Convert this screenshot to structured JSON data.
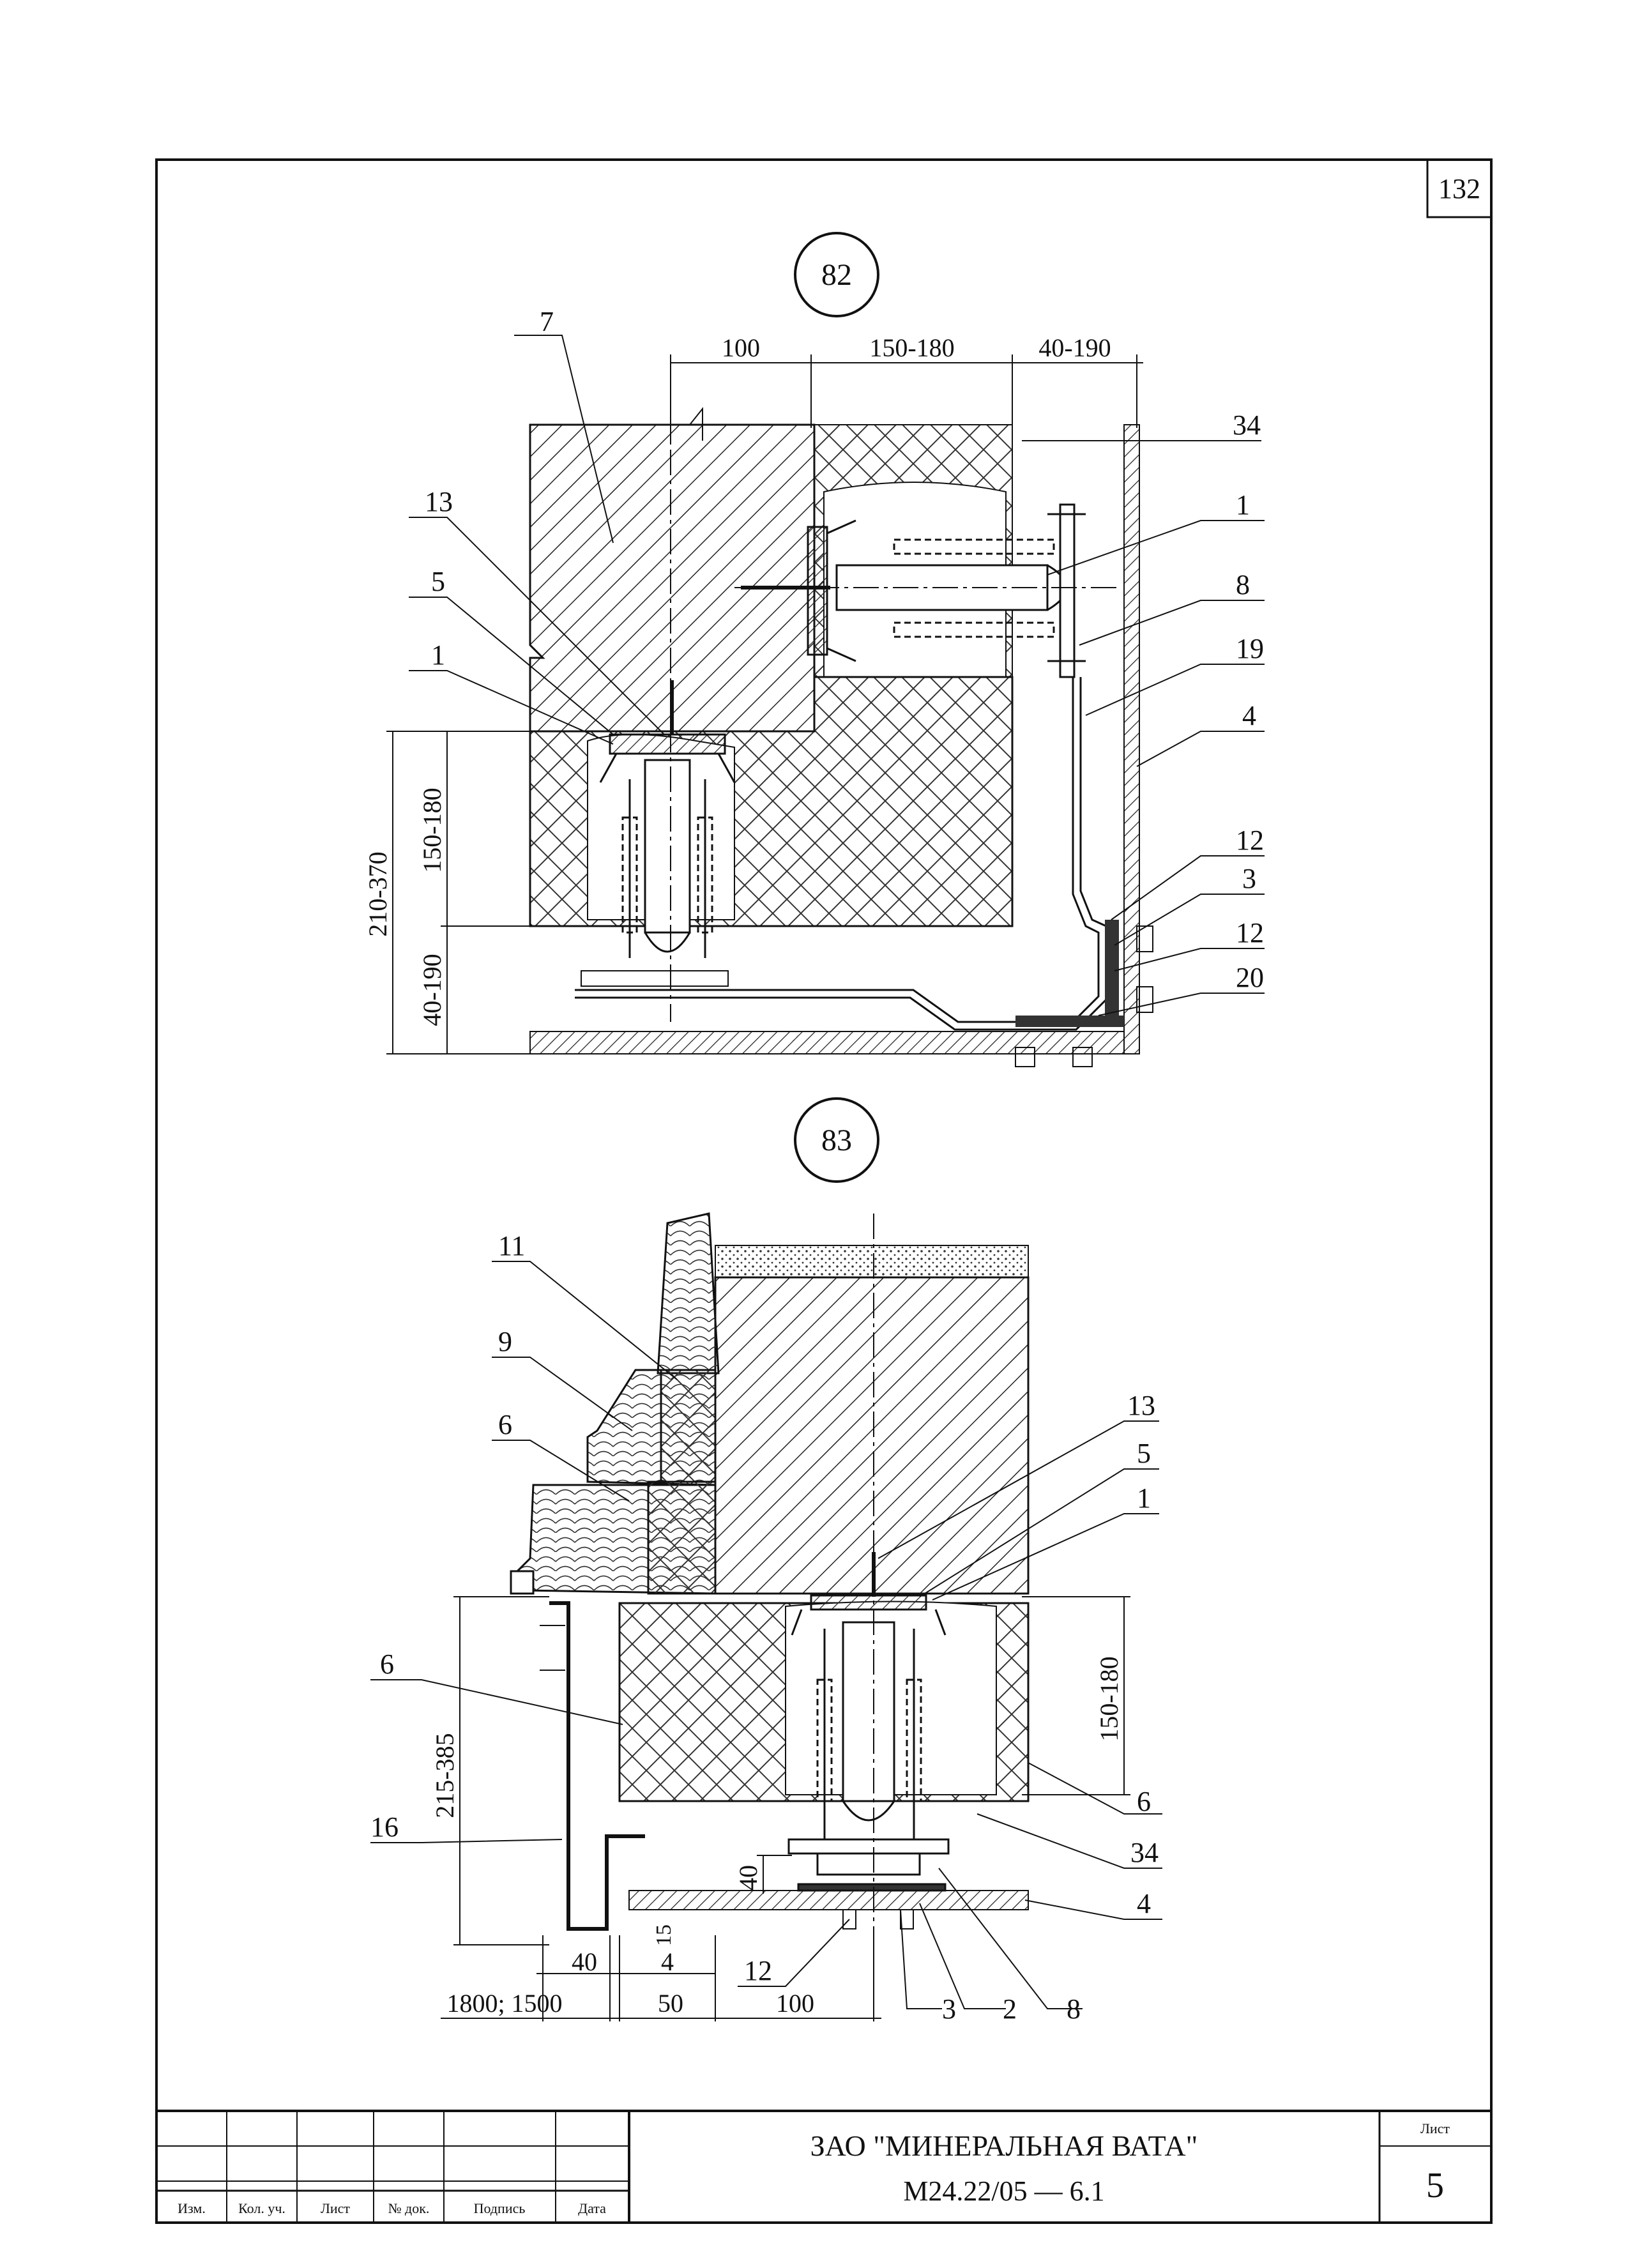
{
  "sheet": {
    "corner_number": "132",
    "company": "ЗАО \"МИНЕРАЛЬНАЯ ВАТА\"",
    "doc_code": "М24.22/05   —  6.1",
    "sheet_label": "Лист",
    "sheet_number": "5",
    "stamp_headers": [
      "Изм.",
      "Кол. уч.",
      "Лист",
      "№ док.",
      "Подпись",
      "Дата"
    ]
  },
  "node82": {
    "marker": "82",
    "dims_top": [
      "100",
      "150-180",
      "40-190"
    ],
    "dims_left": [
      "210-370",
      "150-180",
      "40-190"
    ],
    "labels": {
      "l7": "7",
      "l13": "13",
      "l5": "5",
      "l1a": "1",
      "l34": "34",
      "l1b": "1",
      "l8": "8",
      "l19": "19",
      "l4": "4",
      "l12a": "12",
      "l3": "3",
      "l12b": "12",
      "l20": "20"
    }
  },
  "node83": {
    "marker": "83",
    "labels": {
      "l11": "11",
      "l9": "9",
      "l6a": "6",
      "l6b": "6",
      "l16": "16",
      "l13": "13",
      "l5": "5",
      "l1": "1",
      "l6c": "6",
      "l34": "34",
      "l4": "4",
      "l12": "12",
      "l3": "3",
      "l2": "2",
      "l8": "8"
    },
    "dims": {
      "d215": "215-385",
      "d150": "150-180",
      "d40v": "40",
      "d15": "15",
      "d40h": "40",
      "d4": "4",
      "d1800": "1800; 1500",
      "d50": "50",
      "d100": "100"
    }
  }
}
